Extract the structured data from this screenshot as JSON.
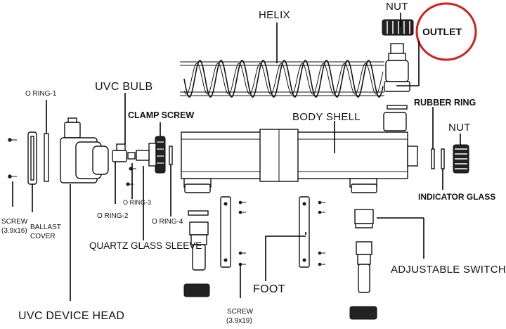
{
  "labels": {
    "helix": "HELIX",
    "nut_top": "NUT",
    "outlet": "OUTLET",
    "rubber_ring": "RUBBER RING",
    "nut_right": "NUT",
    "body_shell": "BODY SHELL",
    "clamp_screw": "CLAMP SCREW",
    "uvc_bulb": "UVC BULB",
    "o_ring_1": "O RING-1",
    "o_ring_2": "O RING-2",
    "o_ring_3": "O RING-3",
    "o_ring_4": "O RING-4",
    "screw_left_1": "SCREW",
    "screw_left_2": "(3.9x16)",
    "ballast_1": "BALLAST",
    "ballast_2": "COVER",
    "quartz": "QUARTZ GLASS SLEEVE",
    "indicator": "INDICATOR GLASS",
    "adjustable": "ADJUSTABLE SWITCH",
    "foot": "FOOT",
    "screw_bottom_1": "SCREW",
    "screw_bottom_2": "(3.9x19)",
    "device_head": "UVC DEVICE HEAD"
  },
  "colors": {
    "highlight_ring": "#d21f1f",
    "line": "#111111"
  }
}
